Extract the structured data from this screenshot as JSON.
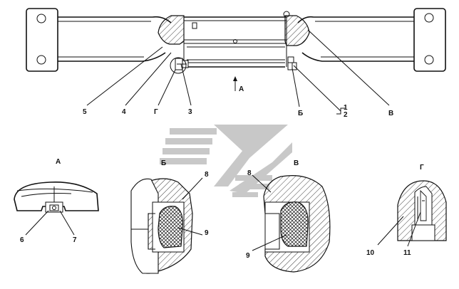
{
  "callouts": {
    "c1": "1",
    "c2": "2",
    "c3": "3",
    "c4": "4",
    "c5": "5",
    "c6": "6",
    "c7": "7",
    "c8a": "8",
    "c8b": "8",
    "c9a": "9",
    "c9b": "9",
    "c10": "10",
    "c11": "11",
    "cG": "Г",
    "cB": "Б",
    "cV": "В"
  },
  "view_labels": {
    "arrow_a": "А",
    "view_a": "А",
    "view_b": "Б",
    "view_v": "В",
    "view_g": "Г"
  },
  "colors": {
    "line": "#111111",
    "watermark": "#c8c8c8",
    "background": "#ffffff"
  }
}
